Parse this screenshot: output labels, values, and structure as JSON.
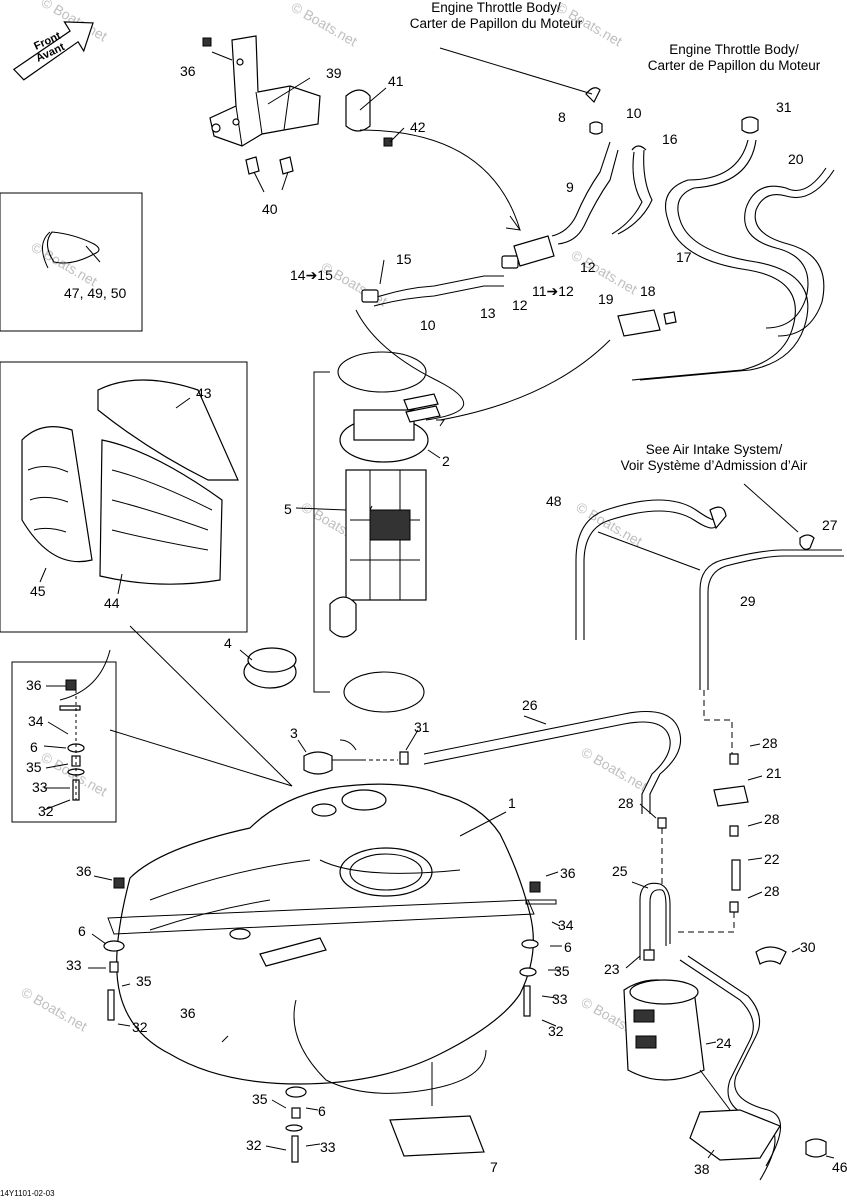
{
  "headings": {
    "throttle_left_en": "Engine Throttle Body/",
    "throttle_left_fr": "Carter de Papillon du Moteur",
    "throttle_right_en": "Engine Throttle Body/",
    "throttle_right_fr": "Carter de Papillon du Moteur",
    "air_intake_en": "See Air Intake System/",
    "air_intake_fr": "Voir Système d’Admission d’Air"
  },
  "front_arrow": {
    "line1": "Front",
    "line2": "Avant"
  },
  "watermark": "© Boats.net",
  "drawing_code": "14Y1101-02-03",
  "callouts": {
    "c36a": "36",
    "c39": "39",
    "c41": "41",
    "c42": "42",
    "c40": "40",
    "c8": "8",
    "c10a": "10",
    "c16": "16",
    "c9": "9",
    "c31a": "31",
    "c20": "20",
    "c17": "17",
    "c15": "15",
    "c14to15": "14➔15",
    "c10b": "10",
    "c13": "13",
    "c12a": "12",
    "c12b": "12",
    "c11to12": "11➔12",
    "c18": "18",
    "c19": "19",
    "c474950": "47, 49, 50",
    "c43": "43",
    "c45": "45",
    "c44": "44",
    "c2": "2",
    "c5": "5",
    "c48": "48",
    "c27": "27",
    "c29": "29",
    "c4": "4",
    "c36b": "36",
    "c34a": "34",
    "c6a": "6",
    "c35a": "35",
    "c33a": "33",
    "c32a": "32",
    "c3": "3",
    "c31b": "31",
    "c26": "26",
    "c1": "1",
    "c28a": "28",
    "c21": "21",
    "c28b": "28",
    "c22": "22",
    "c28c": "28",
    "c28d": "28",
    "c36c": "36",
    "c6b": "6",
    "c33b": "33",
    "c35b": "35",
    "c32b": "32",
    "c36d": "36",
    "c34b": "34",
    "c6c": "6",
    "c35c": "35",
    "c33c": "33",
    "c32c": "32",
    "c36e": "36",
    "c25": "25",
    "c30": "30",
    "c23": "23",
    "c24": "24",
    "c35d": "35",
    "c6d": "6",
    "c32d": "32",
    "c33d": "33",
    "c7": "7",
    "c38": "38",
    "c46": "46"
  }
}
